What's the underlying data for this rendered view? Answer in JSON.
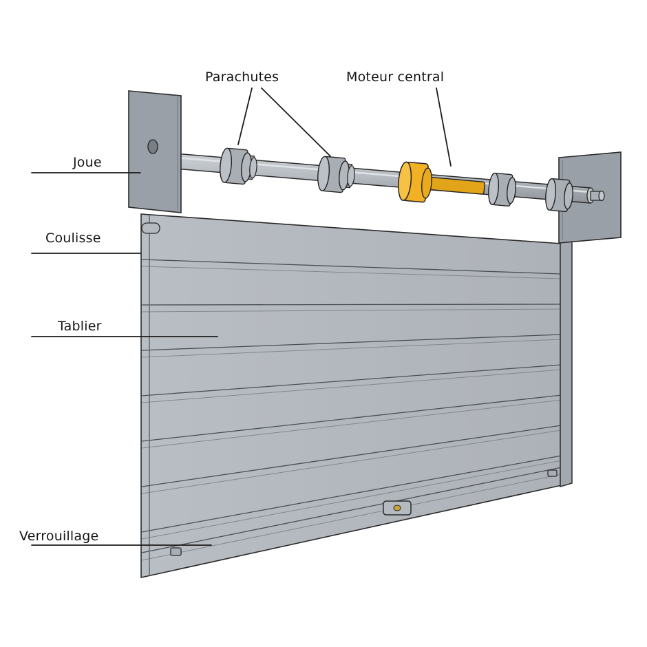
{
  "labels": {
    "parachutes": "Parachutes",
    "moteur_central": "Moteur central",
    "joue": "Joue",
    "coulisse": "Coulisse",
    "tablier": "Tablier",
    "verrouillage": "Verrouillage"
  },
  "colors": {
    "background": "#ffffff",
    "label_text": "#151515",
    "leader_line": "#1a1a1a",
    "metal_gray": "#aab0b6",
    "metal_gray_dark": "#9aa0a7",
    "metal_gray_light": "#c3c8cd",
    "curtain_gray": "#b4b9bf",
    "slat_line": "#4a4f55",
    "outline": "#2a2a2a",
    "motor_yellow": "#f2b024",
    "motor_shaft_yellow": "#e2a51a",
    "lock_dot_yellow": "#caa23a"
  }
}
